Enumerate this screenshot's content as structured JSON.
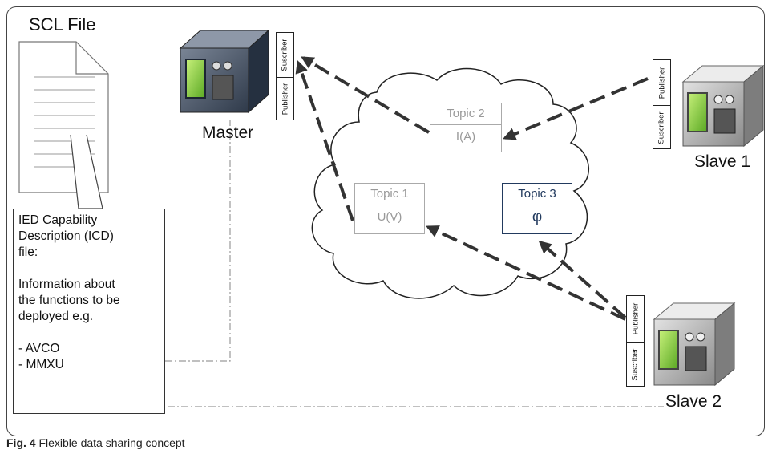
{
  "scl_file": {
    "title": "SCL File"
  },
  "icd_box": {
    "line1": "IED Capability",
    "line2": "Description (ICD)",
    "line3": "file:",
    "line4": "Information about",
    "line5": "the functions to be",
    "line6": "deployed e.g.",
    "item1": "- AVCO",
    "item2": "- MMXU"
  },
  "nodes": {
    "master": {
      "label": "Master",
      "top_port": "Suscriber",
      "bottom_port": "Publisher"
    },
    "slave1": {
      "label": "Slave 1",
      "top_port": "Publisher",
      "bottom_port": "Suscriber"
    },
    "slave2": {
      "label": "Slave 2",
      "top_port": "Publisher",
      "bottom_port": "Suscriber"
    }
  },
  "topics": {
    "topic1": {
      "name": "Topic 1",
      "value": "U(V)"
    },
    "topic2": {
      "name": "Topic 2",
      "value": "I(A)"
    },
    "topic3": {
      "name": "Topic 3",
      "value": "φ"
    }
  },
  "caption": {
    "label": "Fig. 4",
    "text": " Flexible data sharing concept"
  },
  "colors": {
    "arrow": "#333333",
    "dashdot_line": "#9a9a9a",
    "cloud_outline": "#222222",
    "topic_faded": "#999999",
    "topic_active": "#223a5e",
    "device_body": "#b5b5b5",
    "device_screen": "#8bd640"
  }
}
